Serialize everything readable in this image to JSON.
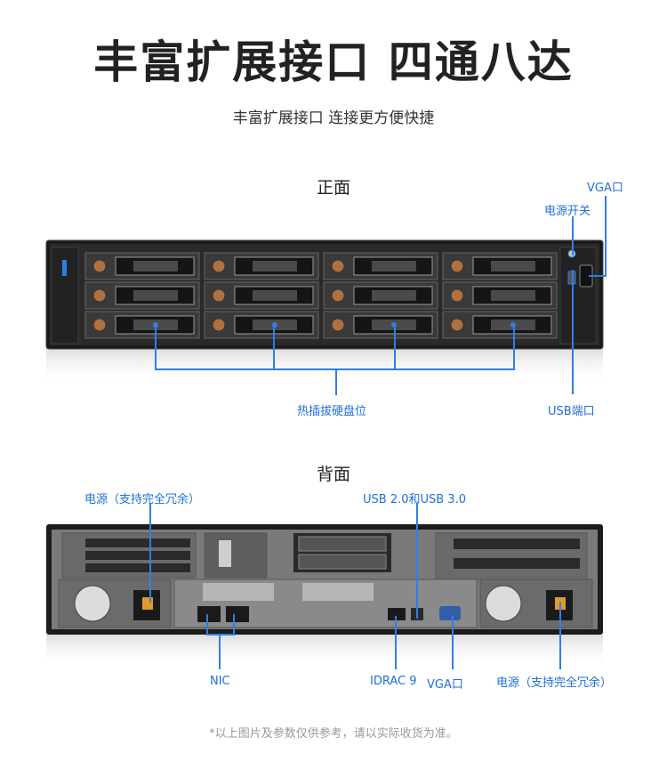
{
  "headline": "丰富扩展接口  四通八达",
  "subtitle": "丰富扩展接口  连接更方便快捷",
  "front": {
    "title": "正面",
    "labels": {
      "vga": "VGA口",
      "power": "电源开关",
      "bays": "热插拔硬盘位",
      "usb": "USB端口"
    }
  },
  "rear": {
    "title": "背面",
    "labels": {
      "psu_left": "电源（支持完全冗余）",
      "usb": "USB 2.0和USB 3.0",
      "nic": "NIC",
      "idrac": "IDRAC 9",
      "vga": "VGA口",
      "psu_right": "电源（支持完全冗余）"
    }
  },
  "footnote": "*以上图片及参数仅供参考，请以实际收货为准。",
  "colors": {
    "accent": "#2f7ee8",
    "chassis": "#1c1c1c"
  }
}
